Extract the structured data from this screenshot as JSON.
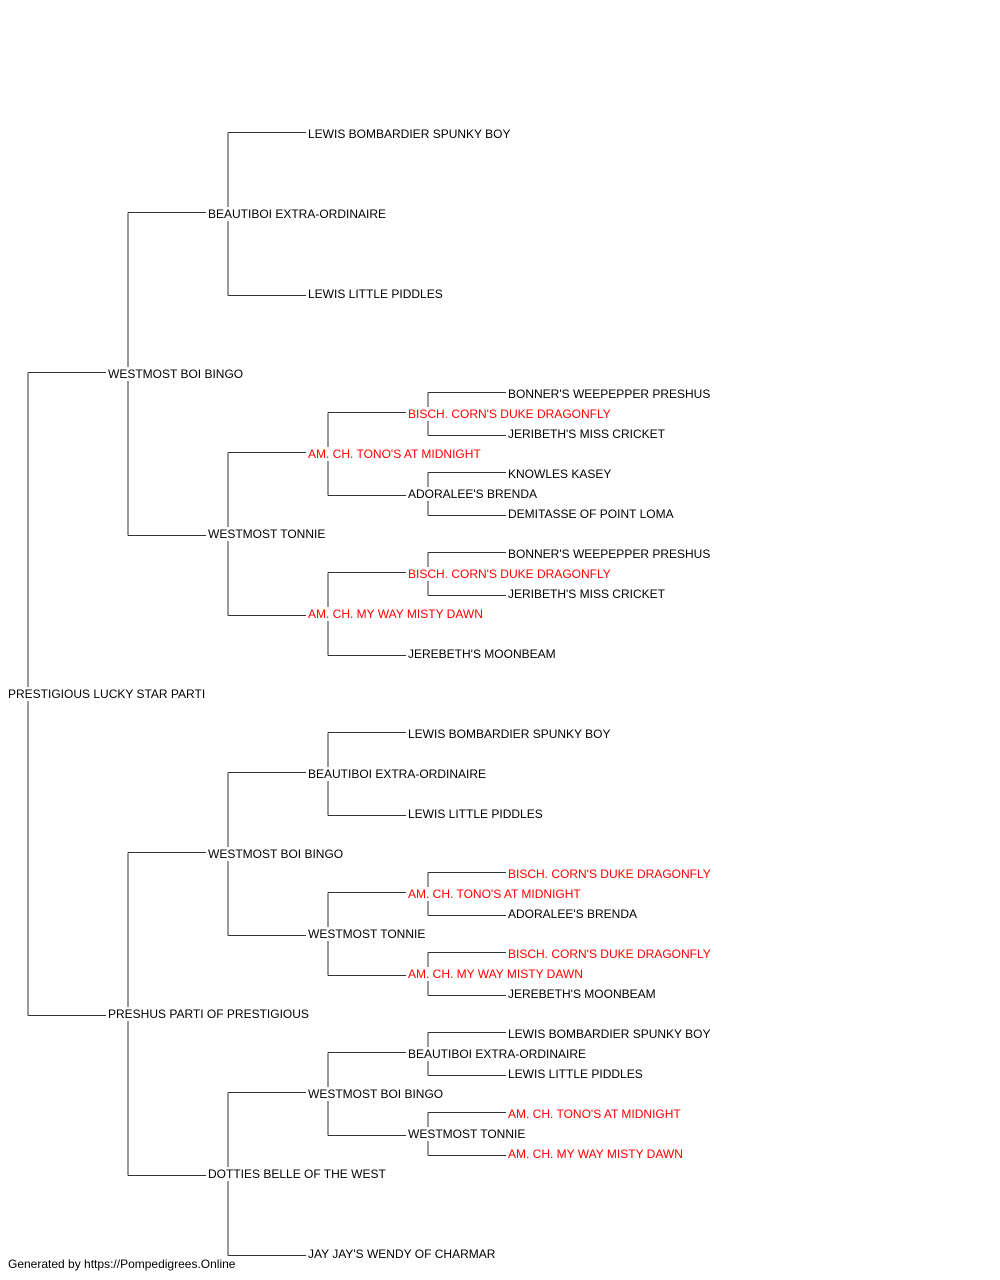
{
  "colors": {
    "text": "#000000",
    "champion": "#ff0000",
    "lines": "#333333",
    "background": "#ffffff"
  },
  "pedigree": {
    "name": "PRESTIGIOUS LUCKY STAR PARTI",
    "sire": {
      "name": "WESTMOST BOI BINGO",
      "sire": {
        "name": "BEAUTIBOI EXTRA-ORDINAIRE",
        "sire": {
          "name": "LEWIS BOMBARDIER SPUNKY BOY"
        },
        "dam": {
          "name": "LEWIS LITTLE PIDDLES"
        }
      },
      "dam": {
        "name": "WESTMOST TONNIE",
        "sire": {
          "name": "AM. CH. TONO'S AT MIDNIGHT",
          "champion": true,
          "sire": {
            "name": "BISCH. CORN'S DUKE DRAGONFLY",
            "champion": true,
            "sire": {
              "name": "BONNER'S WEEPEPPER PRESHUS"
            },
            "dam": {
              "name": "JERIBETH'S MISS CRICKET"
            }
          },
          "dam": {
            "name": "ADORALEE'S BRENDA",
            "sire": {
              "name": "KNOWLES KASEY"
            },
            "dam": {
              "name": "DEMITASSE OF POINT LOMA"
            }
          }
        },
        "dam": {
          "name": "AM. CH. MY WAY MISTY DAWN",
          "champion": true,
          "sire": {
            "name": "BISCH. CORN'S DUKE DRAGONFLY",
            "champion": true,
            "sire": {
              "name": "BONNER'S WEEPEPPER PRESHUS"
            },
            "dam": {
              "name": "JERIBETH'S MISS CRICKET"
            }
          },
          "dam": {
            "name": "JEREBETH'S MOONBEAM"
          }
        }
      }
    },
    "dam": {
      "name": "PRESHUS PARTI OF PRESTIGIOUS",
      "sire": {
        "name": "WESTMOST BOI BINGO",
        "sire": {
          "name": "BEAUTIBOI EXTRA-ORDINAIRE",
          "sire": {
            "name": "LEWIS BOMBARDIER SPUNKY BOY"
          },
          "dam": {
            "name": "LEWIS LITTLE PIDDLES"
          }
        },
        "dam": {
          "name": "WESTMOST TONNIE",
          "sire": {
            "name": "AM. CH. TONO'S AT MIDNIGHT",
            "champion": true,
            "sire": {
              "name": "BISCH. CORN'S DUKE DRAGONFLY",
              "champion": true
            },
            "dam": {
              "name": "ADORALEE'S BRENDA"
            }
          },
          "dam": {
            "name": "AM. CH. MY WAY MISTY DAWN",
            "champion": true,
            "sire": {
              "name": "BISCH. CORN'S DUKE DRAGONFLY",
              "champion": true
            },
            "dam": {
              "name": "JEREBETH'S MOONBEAM"
            }
          }
        }
      },
      "dam": {
        "name": "DOTTIES BELLE OF THE WEST",
        "sire": {
          "name": "WESTMOST BOI BINGO",
          "sire": {
            "name": "BEAUTIBOI EXTRA-ORDINAIRE",
            "sire": {
              "name": "LEWIS BOMBARDIER SPUNKY BOY"
            },
            "dam": {
              "name": "LEWIS LITTLE PIDDLES"
            }
          },
          "dam": {
            "name": "WESTMOST TONNIE",
            "sire": {
              "name": "AM. CH. TONO'S AT MIDNIGHT",
              "champion": true
            },
            "dam": {
              "name": "AM. CH. MY WAY MISTY DAWN",
              "champion": true
            }
          }
        },
        "dam": {
          "name": "JAY JAY'S WENDY OF CHARMAR"
        }
      }
    }
  },
  "footer": {
    "text": "Generated by https://Pompedigrees.Online"
  }
}
